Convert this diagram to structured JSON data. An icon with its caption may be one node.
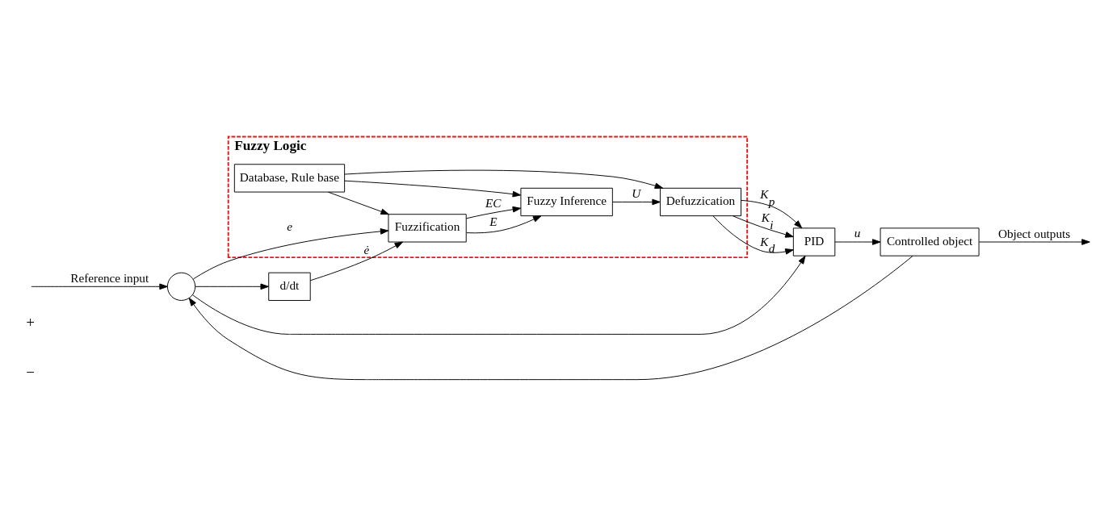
{
  "diagram": {
    "nodes": [
      {
        "text": [
          "Fuzzy Logic"
        ]
      },
      {
        "text": [
          "Database, Rule base"
        ],
        "in": 0
      },
      {
        "text": [
          "Fuzzification"
        ],
        "in": 0
      },
      {
        "text": [
          "Fuzzy Inference"
        ],
        "in": 0
      },
      {
        "text": [
          "Defuzzication"
        ],
        "in": 0
      },
      {
        "text": [],
        "shape": "circle"
      },
      {
        "text": [
          "d/dt"
        ]
      },
      {
        "text": [
          "PID"
        ]
      },
      {
        "text": [
          "Controlled object"
        ]
      }
    ],
    "edges": [
      {
        "from": null,
        "to": 5,
        "arrow": "to",
        "label": "Reference input"
      },
      {
        "from": 5,
        "to": 2,
        "arrow": "to",
        "label": "e"
      },
      {
        "from": 5,
        "to": 6,
        "arrow": "to"
      },
      {
        "from": 6,
        "to": 2,
        "arrow": "to",
        "label": "ė"
      },
      {
        "from": 5,
        "to": 7,
        "arrow": "to"
      },
      {
        "from": 1,
        "to": 2,
        "arrow": "to"
      },
      {
        "from": 1,
        "to": 3,
        "arrow": "to"
      },
      {
        "from": 1,
        "to": 4,
        "arrow": "to"
      },
      {
        "from": 2,
        "to": 3,
        "arrow": "to",
        "label": "E"
      },
      {
        "from": 2,
        "to": 3,
        "arrow": "to",
        "label": "EC"
      },
      {
        "from": 3,
        "to": 4,
        "arrow": "to",
        "label": "U"
      },
      {
        "from": 4,
        "to": 7,
        "arrow": "to",
        "label": "K$_{p}$"
      },
      {
        "from": 4,
        "to": 7,
        "arrow": "to",
        "label": "K$_{i}$"
      },
      {
        "from": 4,
        "to": 7,
        "arrow": "to",
        "label": "K$_{d}$"
      },
      {
        "from": 7,
        "to": 8,
        "arrow": "to",
        "label": "u"
      },
      {
        "from": 8,
        "to": null,
        "arrow": "to",
        "label": "Object outputs"
      },
      {
        "from": 8,
        "to": 5,
        "arrow": "to"
      }
    ],
    "labels": [
      "+",
      "−"
    ]
  }
}
